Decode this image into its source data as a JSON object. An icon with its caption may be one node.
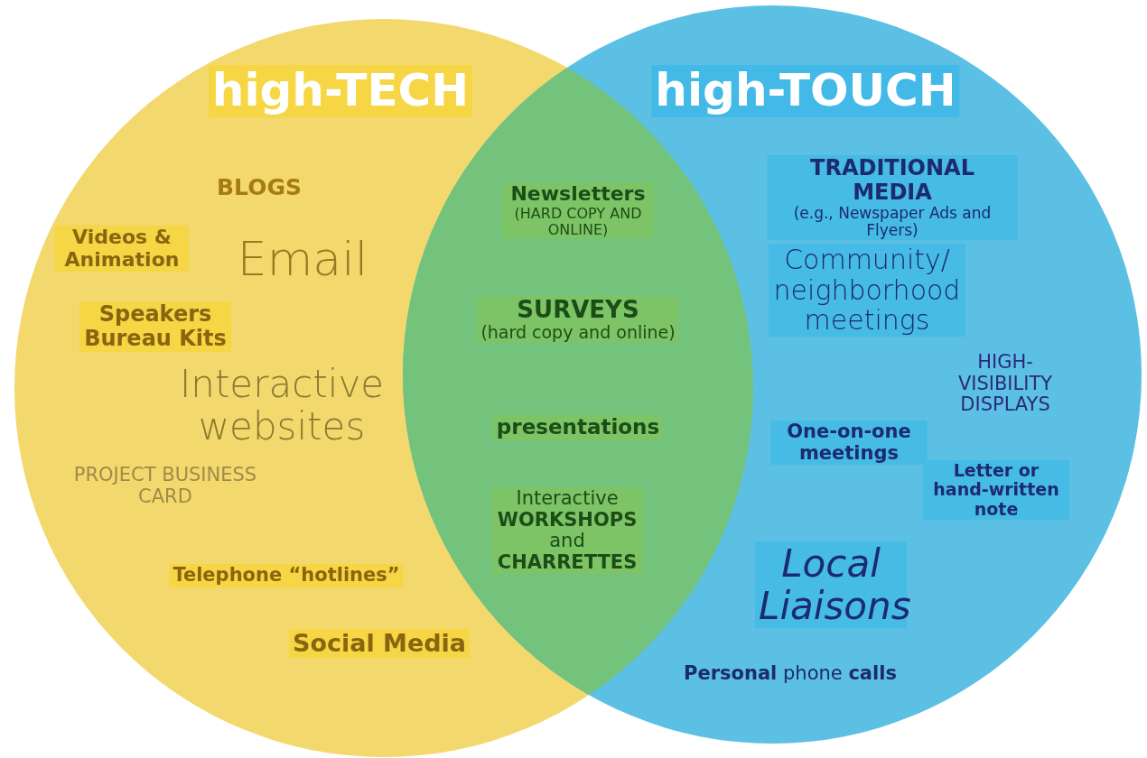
{
  "diagram": {
    "nodes": [
      {
        "text": [
          "high-TECH"
        ]
      },
      {
        "text": [
          "high-TOUCH"
        ]
      },
      {
        "text": [
          "BLOGS"
        ],
        "in": 0
      },
      {
        "text": [
          "Videos & Animation"
        ],
        "in": 0
      },
      {
        "text": [
          "Email"
        ],
        "in": 0
      },
      {
        "text": [
          "Speakers Bureau Kits"
        ],
        "in": 0
      },
      {
        "text": [
          "Interactive websites"
        ],
        "in": 0
      },
      {
        "text": [
          "PROJECT BUSINESS CARD"
        ],
        "in": 0
      },
      {
        "text": [
          "Telephone “hotlines”"
        ],
        "in": 0
      },
      {
        "text": [
          "Social Media"
        ],
        "in": 0
      },
      {
        "text": [
          "Newsletters",
          "(HARD COPY AND ONLINE)"
        ]
      },
      {
        "text": [
          "SURVEYS",
          "(hard copy and online)"
        ]
      },
      {
        "text": [
          "presentations"
        ]
      },
      {
        "text": [
          "Interactive **WORKSHOPS** and **CHARRETTES**"
        ]
      },
      {
        "text": [
          "TRADITIONAL MEDIA",
          "(e.g., Newspaper Ads and Flyers)"
        ],
        "in": 1
      },
      {
        "text": [
          "Community/ neighborhood meetings"
        ],
        "in": 1
      },
      {
        "text": [
          "HIGH-VISIBILITY DISPLAYS"
        ],
        "in": 1
      },
      {
        "text": [
          "One-on-one meetings"
        ],
        "in": 1
      },
      {
        "text": [
          "Letter or hand-written note"
        ],
        "in": 1
      },
      {
        "text": [
          "Local Liaisons"
        ],
        "in": 1
      },
      {
        "text": [
          "**Personal** phone **calls**"
        ],
        "in": 1
      }
    ],
    "edges": []
  }
}
